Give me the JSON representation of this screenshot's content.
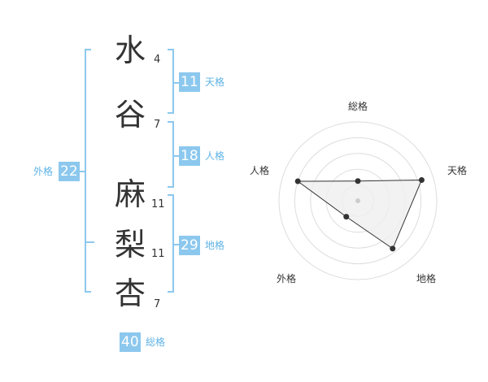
{
  "name": {
    "chars": [
      {
        "char": "水",
        "strokes": "4"
      },
      {
        "char": "谷",
        "strokes": "7"
      },
      {
        "char": "麻",
        "strokes": "11"
      },
      {
        "char": "梨",
        "strokes": "11"
      },
      {
        "char": "杏",
        "strokes": "7"
      }
    ]
  },
  "grades": {
    "tenkaku": {
      "value": "11",
      "label": "天格"
    },
    "jinkaku": {
      "value": "18",
      "label": "人格"
    },
    "chikaku": {
      "value": "29",
      "label": "地格"
    },
    "gaikaku": {
      "value": "22",
      "label": "外格"
    },
    "soukaku": {
      "value": "40",
      "label": "総格"
    }
  },
  "radar": {
    "labels": {
      "top": "総格",
      "right": "天格",
      "bottom_right": "地格",
      "bottom_left": "外格",
      "left": "人格"
    },
    "levels": {
      "soukaku": 0.25,
      "tenkaku": 0.85,
      "chikaku": 0.75,
      "gaikaku": 0.25,
      "jinkaku": 0.8
    },
    "colors": {
      "fill": "#efefef",
      "stroke": "#333333",
      "ring": "#dddddd",
      "center": "#cccccc"
    }
  }
}
